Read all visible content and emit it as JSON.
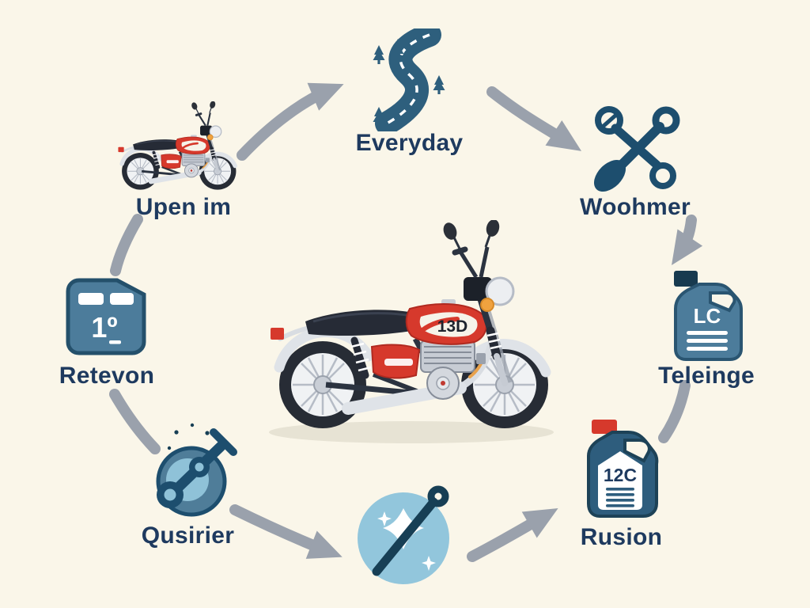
{
  "background": "#faf6e9",
  "palette": {
    "ink": "#1e3a5f",
    "dark_blue": "#1d4e6e",
    "road_blue": "#2e5f7d",
    "slate_blue": "#4c7c9b",
    "light_blue": "#92c6dc",
    "arrow_gray": "#9aa1ac",
    "red": "#d6392c",
    "orange": "#f0a23f"
  },
  "center_motorcycle": {
    "tank_text": "13D"
  },
  "nodes": {
    "upen": {
      "label": "Upen im",
      "icon": "small-motorcycle-icon"
    },
    "everyday": {
      "label": "Everyday",
      "icon": "winding-road-icon"
    },
    "woohmer": {
      "label": "Woohmer",
      "icon": "crossed-tools-icon"
    },
    "teleinge": {
      "label": "Teleinge",
      "icon": "oil-jug-icon",
      "jug_text": "LC"
    },
    "rusion": {
      "label": "Rusion",
      "icon": "oil-jug-red-cap-icon",
      "jug_text": "12C"
    },
    "qusirier": {
      "label": "Qusirier",
      "icon": "piston-icon"
    },
    "retevon": {
      "label": "Retevon",
      "icon": "calendar-icon",
      "calendar_text": "1º"
    },
    "clean": {
      "icon": "cleaning-sparkle-icon"
    }
  }
}
